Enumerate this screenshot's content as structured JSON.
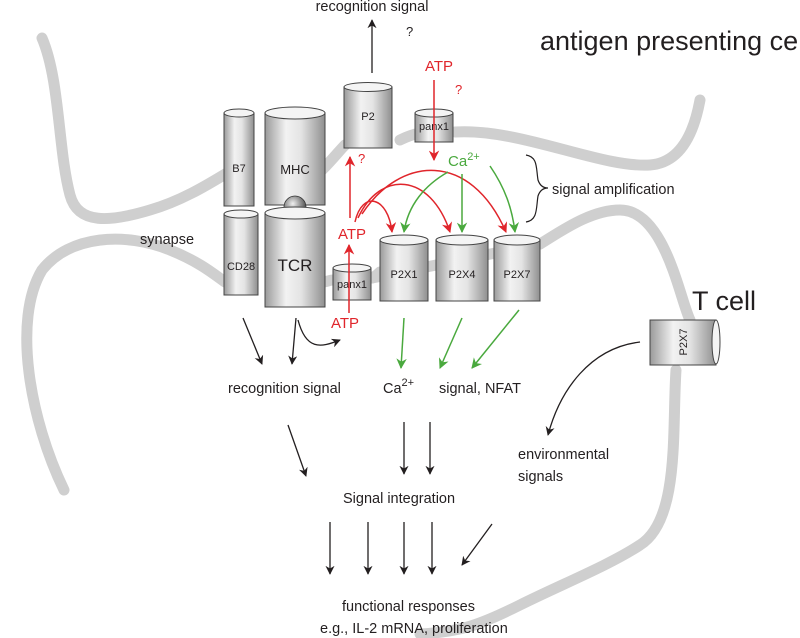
{
  "labels": {
    "apc": "antigen presenting cell",
    "tcell": "T cell",
    "synapse": "synapse",
    "recognition_top": "recognition signal",
    "question": "?",
    "atp": "ATP",
    "ca": "Ca",
    "ca_sup": "2+",
    "signal_amplification": "signal amplification",
    "recognition_bottom": "recognition signal",
    "signal_nfat": "signal, NFAT",
    "environmental_line1": "environmental",
    "environmental_line2": "signals",
    "signal_integration": "Signal integration",
    "functional_line1": "functional responses",
    "functional_line2": "e.g., IL-2 mRNA, proliferation"
  },
  "proteins": {
    "b7": "B7",
    "mhc": "MHC",
    "cd28": "CD28",
    "tcr": "TCR",
    "p2": "P2",
    "panx1_top": "panx1",
    "panx1_bottom": "panx1",
    "p2x1": "P2X1",
    "p2x4": "P2X4",
    "p2x7": "P2X7",
    "p2x7_right": "P2X7"
  },
  "colors": {
    "membrane": "#cfcfcf",
    "atp_red": "#e0252b",
    "calcium_green": "#4aa93e",
    "text": "#231f20"
  }
}
